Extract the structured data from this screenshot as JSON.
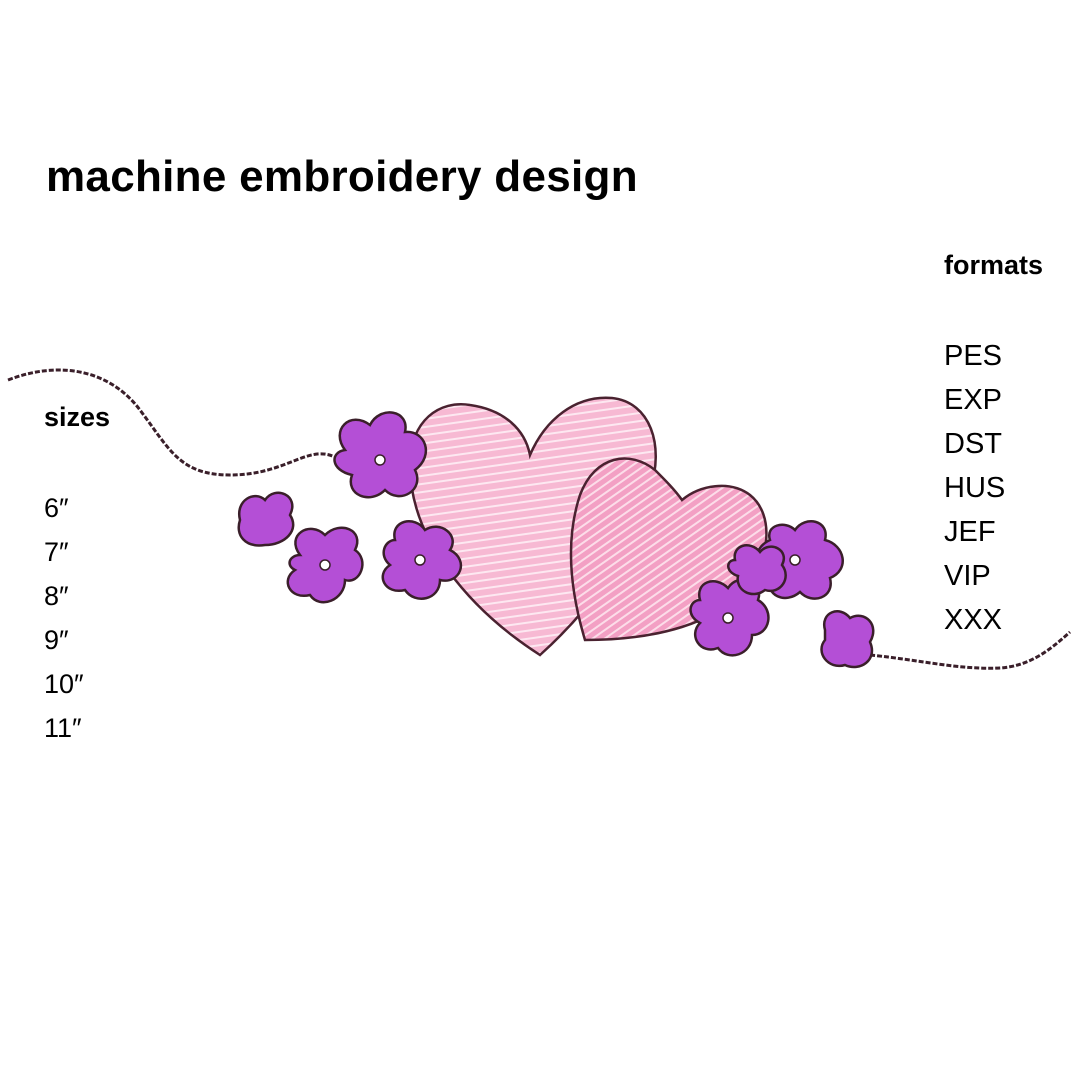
{
  "title": "machine embroidery design",
  "sizes": {
    "heading": "sizes",
    "items": [
      "6″",
      "7″",
      "8″",
      "9″",
      "10″",
      "11″"
    ]
  },
  "formats": {
    "heading": "formats",
    "items": [
      "PES",
      "EXP",
      "DST",
      "HUS",
      "JEF",
      "VIP",
      "XXX"
    ]
  },
  "artwork": {
    "icon": "heart-flower-embroidery-icon",
    "colors": {
      "heart_fill": "#f4a6c8",
      "heart_outline": "#5a2a3a",
      "flower_fill": "#b44fd6",
      "thread": "#3a1f2a"
    }
  }
}
